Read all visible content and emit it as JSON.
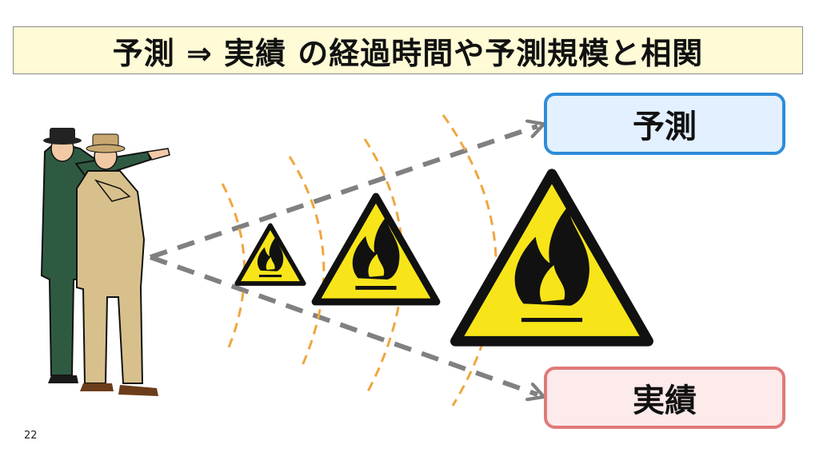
{
  "title": "予測 ⇒ 実績 の経過時間や予測規模と相関",
  "labels": {
    "forecast": "予測",
    "actual": "実績"
  },
  "page_number": "22",
  "colors": {
    "title_bg": "#fffbd6",
    "forecast_border": "#2f8cd9",
    "forecast_bg": "#e3f0ff",
    "actual_border": "#e07a7a",
    "actual_bg": "#fdeaea",
    "arrow": "#808080",
    "wave": "#f0a640",
    "warning_fill": "#f7e51a",
    "warning_stroke": "#111111"
  },
  "icons": {
    "figures": "two-men-pointing-illustration",
    "warning": "flammable-warning-sign-icon"
  }
}
